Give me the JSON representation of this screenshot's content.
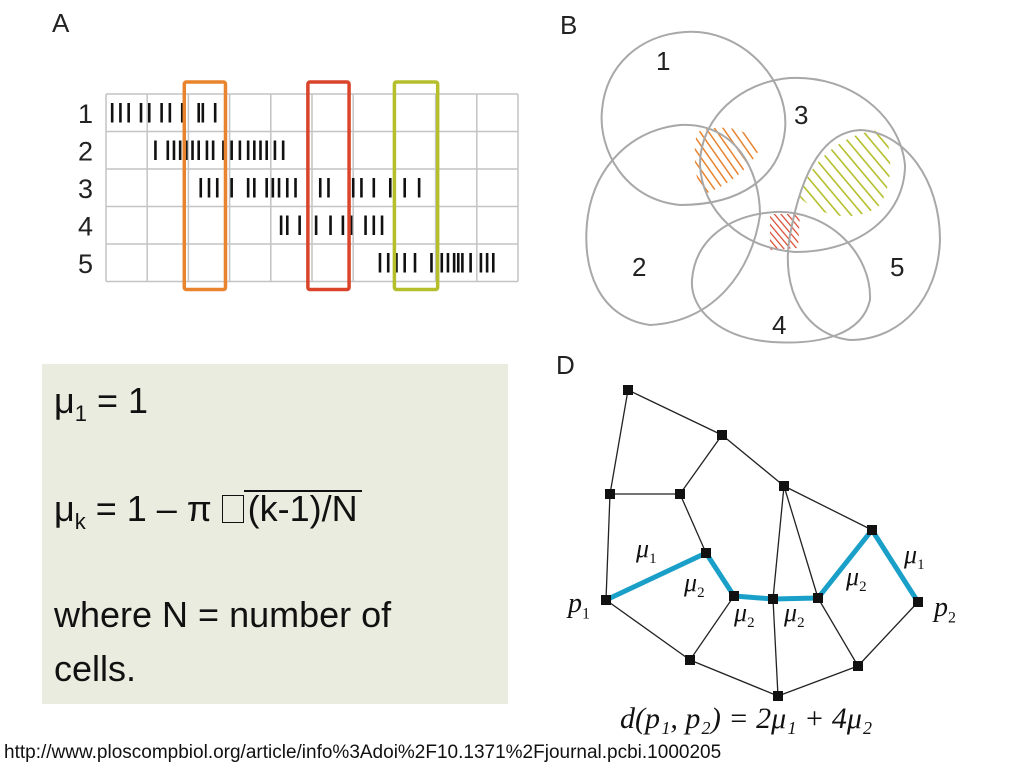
{
  "panel_a": {
    "label": "A",
    "row_labels": [
      "1",
      "2",
      "3",
      "4",
      "5"
    ],
    "columns": 10,
    "spikes": [
      [
        0.15,
        0.35,
        0.55,
        0.85,
        1.05,
        1.35,
        1.55,
        1.85,
        2.25,
        2.35,
        2.65
      ],
      [
        1.2,
        1.5,
        1.65,
        1.8,
        1.95,
        2.1,
        2.25,
        2.45,
        2.6,
        2.85,
        3.05,
        3.25,
        3.45,
        3.6,
        3.75,
        3.9,
        4.1,
        4.3
      ],
      [
        2.3,
        2.5,
        2.7,
        3.05,
        3.45,
        3.6,
        3.9,
        4.05,
        4.2,
        4.4,
        4.6,
        5.2,
        5.4,
        6.0,
        6.2,
        6.5,
        6.9,
        7.25,
        7.6
      ],
      [
        4.25,
        4.4,
        4.7,
        4.9,
        5.1,
        5.45,
        5.75,
        5.95,
        6.3,
        6.5,
        6.7
      ],
      [
        6.65,
        6.85,
        7.05,
        7.25,
        7.5,
        7.9,
        8.15,
        8.3,
        8.45,
        8.55,
        8.65,
        8.85,
        9.1,
        9.25,
        9.4
      ]
    ],
    "windows": [
      {
        "name": "orange-window",
        "col_start": 1.9,
        "col_end": 2.9,
        "color": "#e8832e"
      },
      {
        "name": "red-window",
        "col_start": 4.9,
        "col_end": 5.9,
        "color": "#d9442a"
      },
      {
        "name": "green-window",
        "col_start": 7.0,
        "col_end": 8.05,
        "color": "#b5bf2c"
      }
    ]
  },
  "panel_b": {
    "label": "B",
    "region_labels": [
      "1",
      "2",
      "3",
      "4",
      "5"
    ],
    "hatch_colors": {
      "orange": "#e8832e",
      "red": "#d9442a",
      "green": "#b5bf2c"
    }
  },
  "formula": {
    "mu": "μ",
    "line1_sub": "1",
    "line1_rest": " = 1",
    "line2_sub": "k",
    "line2_mid": " = 1 – π ",
    "line2_radicand": "(k-1)/N",
    "line3": "where N = number of",
    "line4": "cells."
  },
  "panel_d": {
    "label": "D",
    "p1_letter": "p",
    "p1_sub": "1",
    "p2_letter": "p",
    "p2_sub": "2",
    "edge_labels": [
      {
        "mu": "μ",
        "sub": "1"
      },
      {
        "mu": "μ",
        "sub": "2"
      },
      {
        "mu": "μ",
        "sub": "2"
      },
      {
        "mu": "μ",
        "sub": "2"
      },
      {
        "mu": "μ",
        "sub": "2"
      },
      {
        "mu": "μ",
        "sub": "1"
      }
    ],
    "equation": "d(p₁, p₂) = 2μ₁ + 4μ₂",
    "path_color": "#1aa0c8"
  },
  "source_url": "http://www.ploscompbiol.org/article/info%3Adoi%2F10.1371%2Fjournal.pcbi.1000205"
}
